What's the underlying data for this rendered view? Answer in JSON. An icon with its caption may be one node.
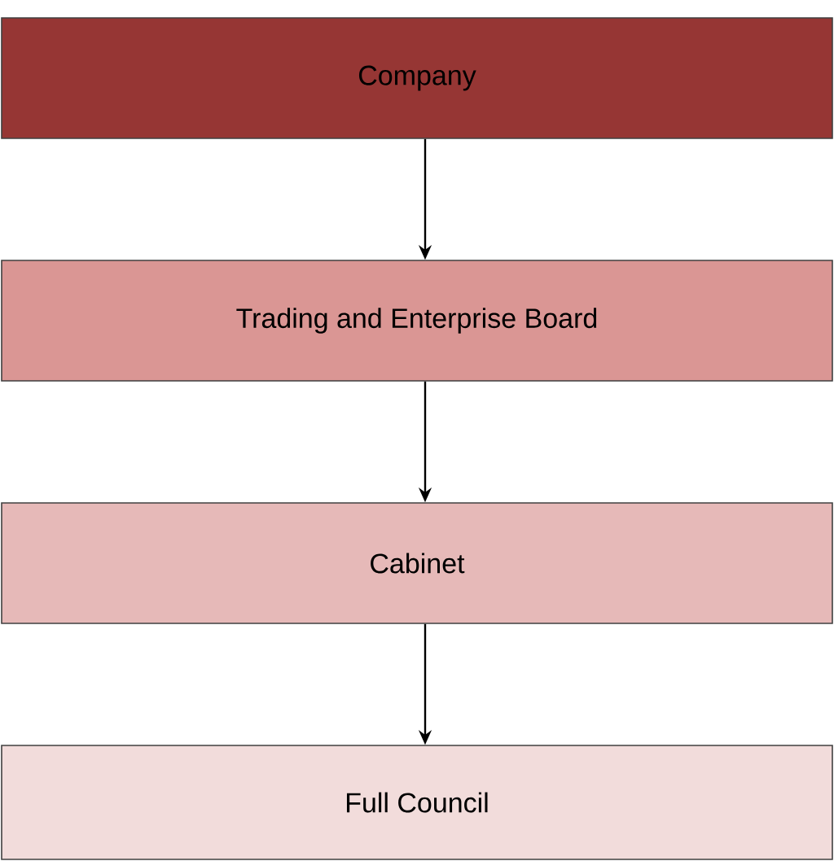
{
  "diagram": {
    "nodes": [
      {
        "text": [
          "Company"
        ]
      },
      {
        "text": [
          "Trading and Enterprise Board"
        ]
      },
      {
        "text": [
          "Cabinet"
        ]
      },
      {
        "text": [
          "Full Council"
        ]
      }
    ],
    "edges": [
      {
        "from": 0,
        "to": 1,
        "arrow": "to"
      },
      {
        "from": 1,
        "to": 2,
        "arrow": "to"
      },
      {
        "from": 2,
        "to": 3,
        "arrow": "to"
      }
    ]
  }
}
